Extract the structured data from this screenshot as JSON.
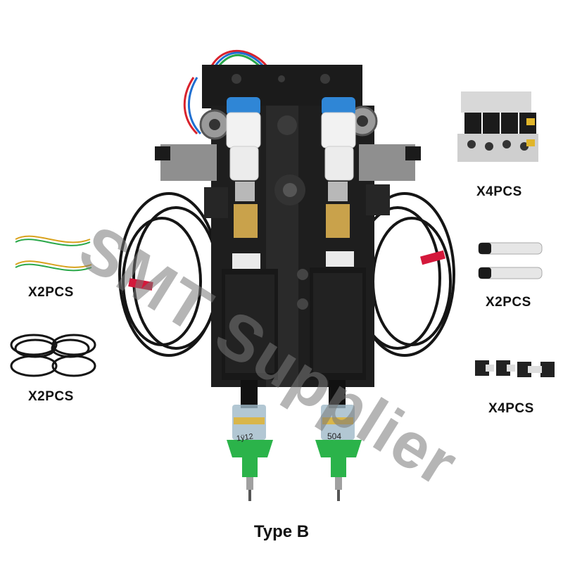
{
  "labels": {
    "valves_qty": "X4PCS",
    "cables_qty": "X2PCS",
    "coiled_cables_qty": "X2PCS",
    "sensors_qty": "X2PCS",
    "fittings_qty": "X4PCS"
  },
  "caption": "Type B",
  "watermark": "SMT Supplier",
  "nozzle_labels": {
    "left": "1ÿ12",
    "right": "504"
  },
  "colors": {
    "nozzle_green": "#2bb34a",
    "frame_black": "#1b1b1b",
    "brass": "#c9a24b",
    "tie_red": "#d4183b"
  }
}
